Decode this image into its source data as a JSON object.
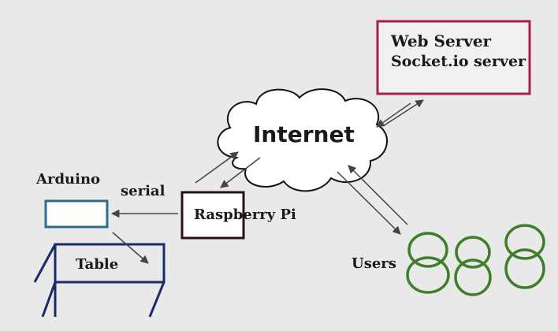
{
  "web_server": {
    "line1": "Web Server",
    "line2": "Socket.io server"
  },
  "internet": {
    "label": "Internet"
  },
  "raspberry_pi": {
    "label": "Raspberry Pi"
  },
  "arduino": {
    "label": "Arduino"
  },
  "serial": {
    "label": "serial"
  },
  "table": {
    "label": "Table"
  },
  "users": {
    "label": "Users"
  },
  "colors": {
    "server_border": "#a8204a",
    "arduino_border": "#2c6d8f",
    "table_stroke": "#1a2a6c",
    "users_stroke": "#3f7f2a",
    "pi_border": "#2a1010",
    "arrow": "#444444",
    "background": "#e9e9e9"
  }
}
